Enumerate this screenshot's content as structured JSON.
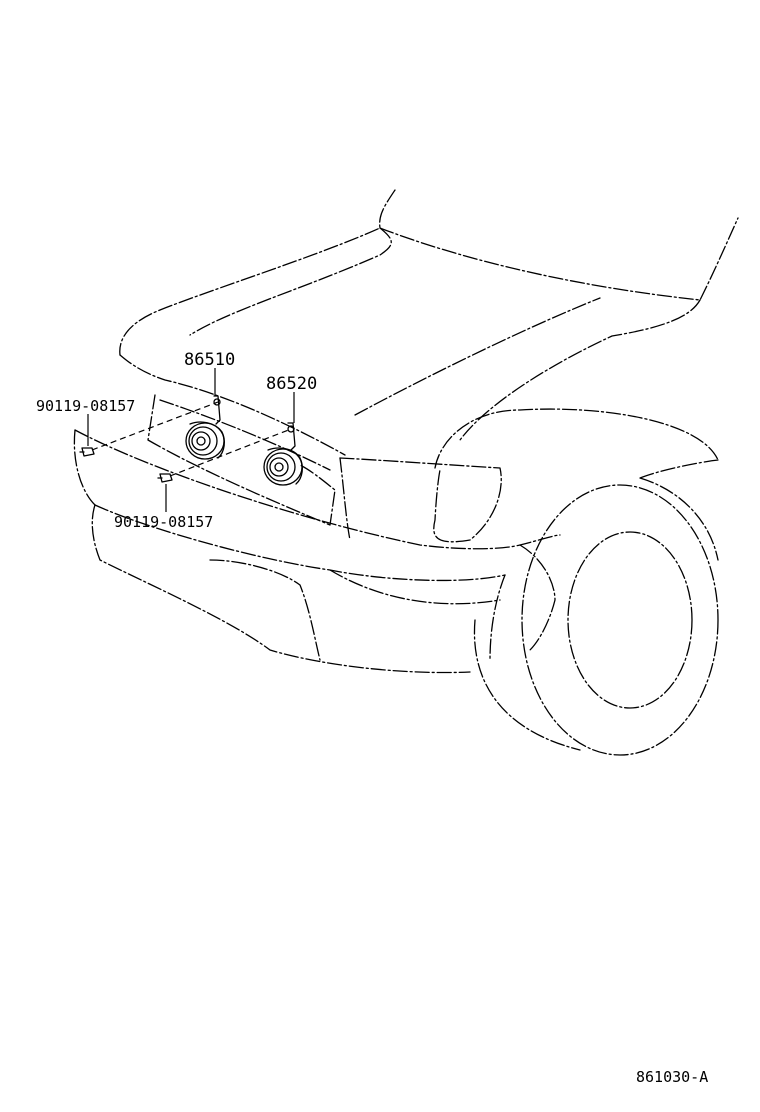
{
  "parts": {
    "horn_high": "86510",
    "horn_low": "86520",
    "bolt_left": "90119-08157",
    "bolt_lower": "90119-08157"
  },
  "diagram_code": "861030-A"
}
